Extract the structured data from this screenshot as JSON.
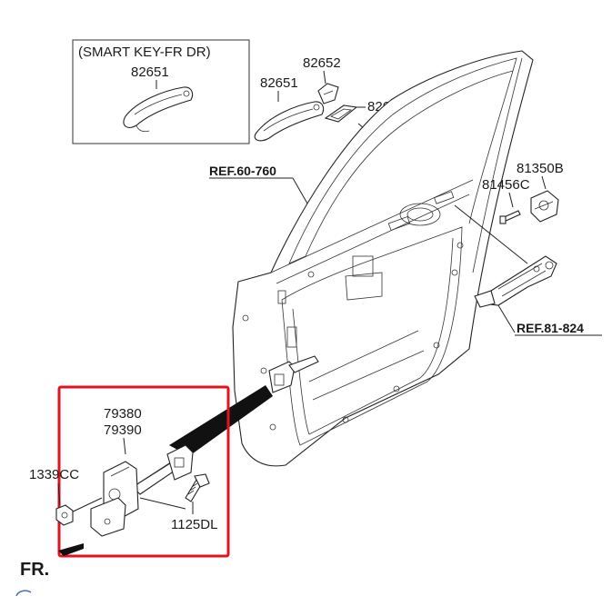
{
  "inset": {
    "title": "(SMART KEY-FR DR)",
    "part": "82651"
  },
  "labels": {
    "handle": "82651",
    "handle_cover": "82652",
    "handle_pad": "82671A",
    "ref_door": "REF.60-760",
    "striker": "81350B",
    "screw": "81456C",
    "ref_latch": "REF.81-824",
    "checker_1": "79380",
    "checker_2": "79390",
    "nut": "1339CC",
    "bolt": "1125DL",
    "direction": "FR."
  },
  "colors": {
    "highlight": "#e3121e",
    "line": "#222222"
  }
}
